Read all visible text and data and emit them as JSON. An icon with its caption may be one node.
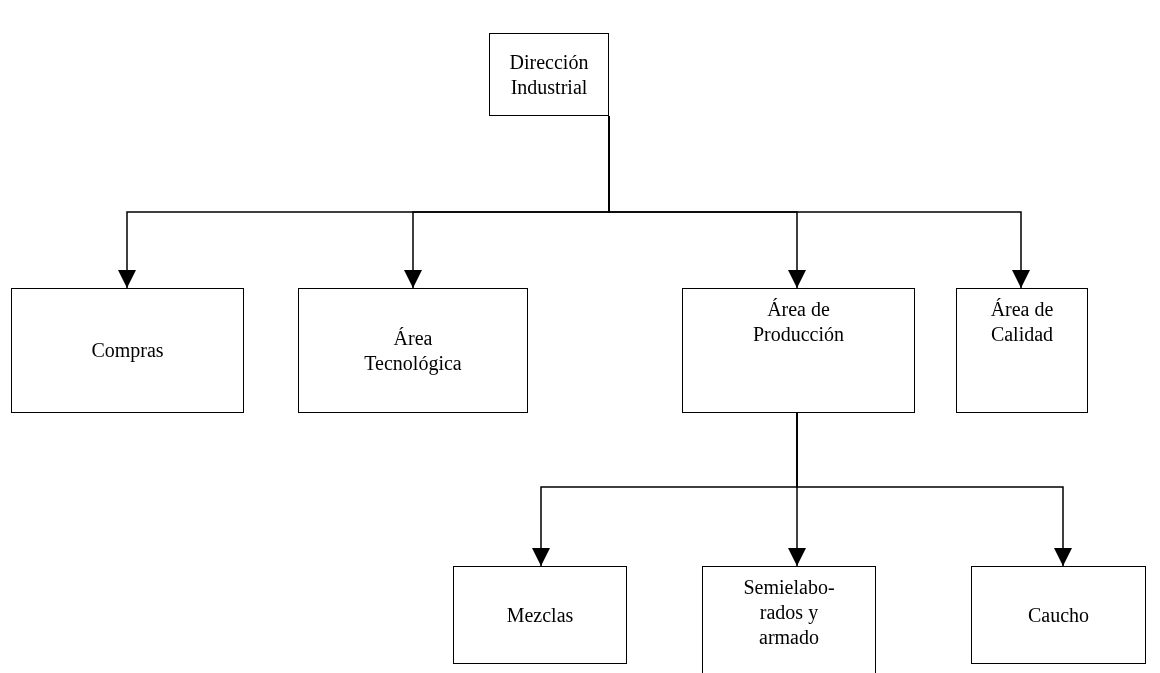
{
  "diagram": {
    "nodes": [
      {
        "text": [
          "Dirección Industrial"
        ]
      },
      {
        "text": [
          "Compras"
        ]
      },
      {
        "text": [
          "Área Tecnológica"
        ]
      },
      {
        "text": [
          "Área de Producción"
        ]
      },
      {
        "text": [
          "Área de Calidad"
        ]
      },
      {
        "text": [
          "Mezclas"
        ]
      },
      {
        "text": [
          "Semielabo- rados y armado"
        ]
      },
      {
        "text": [
          "Caucho"
        ]
      }
    ],
    "edges": [
      {
        "from": 0,
        "to": 1,
        "arrow": "to"
      },
      {
        "from": 0,
        "to": 2,
        "arrow": "to"
      },
      {
        "from": 0,
        "to": 3,
        "arrow": "to"
      },
      {
        "from": 0,
        "to": 4,
        "arrow": "to"
      },
      {
        "from": 3,
        "to": 5,
        "arrow": "to"
      },
      {
        "from": 3,
        "to": 6,
        "arrow": "to"
      },
      {
        "from": 3,
        "to": 7,
        "arrow": "to"
      }
    ]
  }
}
